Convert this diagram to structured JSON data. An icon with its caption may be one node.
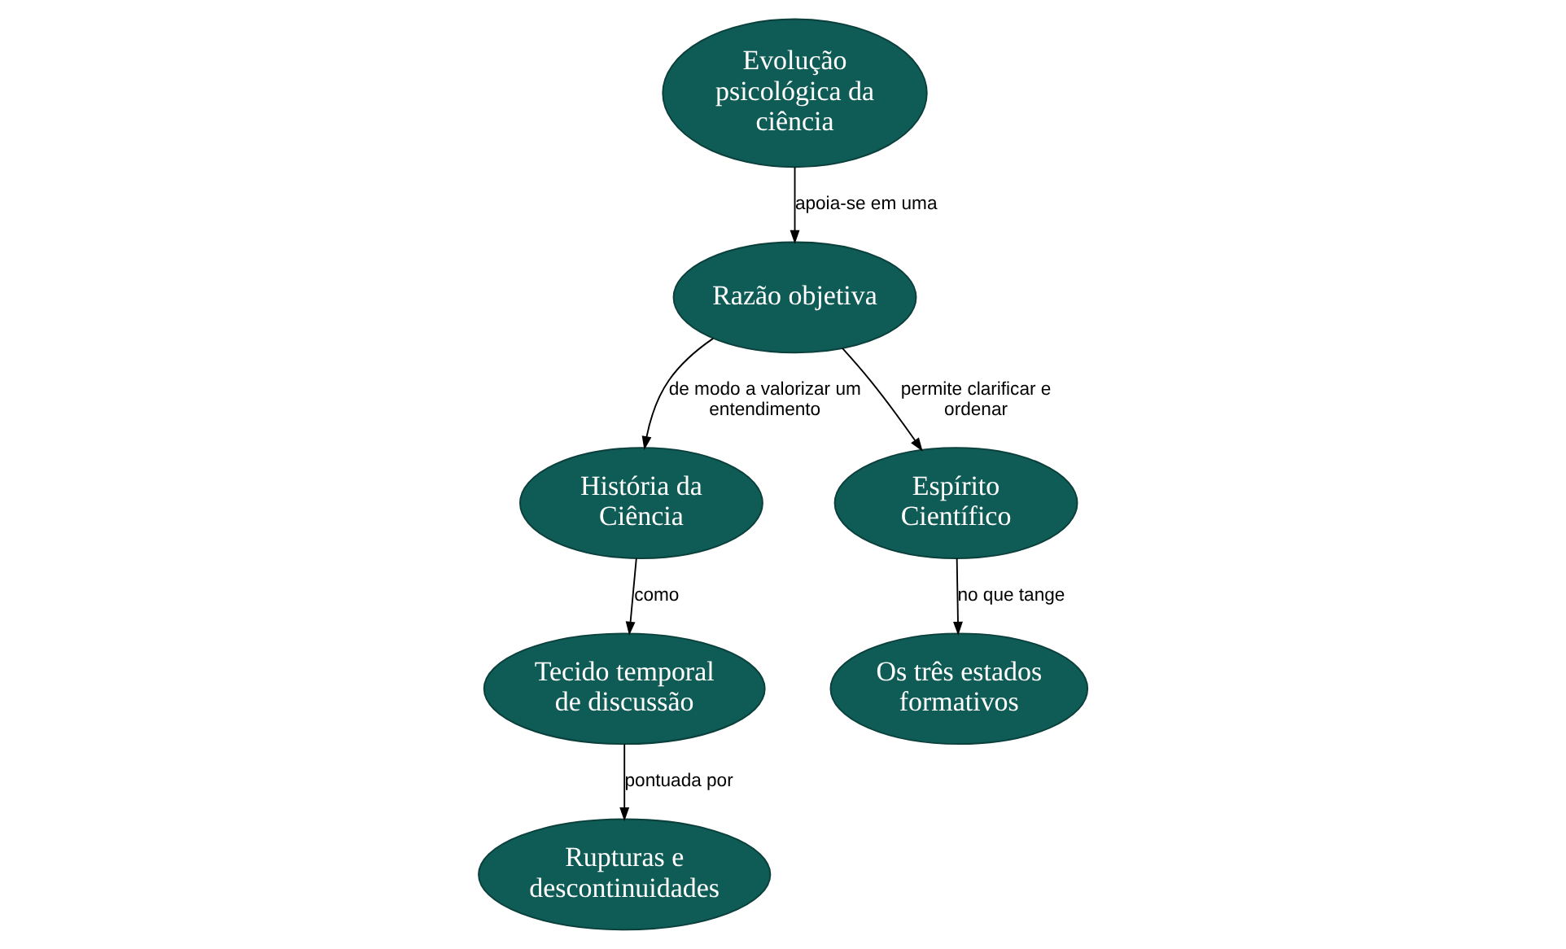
{
  "diagram": {
    "nodes": [
      {
        "text": [
          "Razão objetiva"
        ]
      },
      {
        "text": [
          "História da Ciência"
        ]
      },
      {
        "text": [
          "Tecido temporal de discussão"
        ]
      },
      {
        "text": [
          "Espírito Científico"
        ]
      },
      {
        "text": [
          "Evolução psicológica da ciência"
        ]
      },
      {
        "text": [
          "Os três estados formativos"
        ]
      },
      {
        "text": [
          "Rupturas e descontinuidades"
        ]
      }
    ],
    "edges": [
      {
        "from": 0,
        "to": 1,
        "arrow": "to",
        "label": "de modo a valorizar um entendimento"
      },
      {
        "from": 0,
        "to": 3,
        "arrow": "to",
        "label": "permite clarificar e ordenar"
      },
      {
        "from": 4,
        "to": 0,
        "arrow": "to",
        "label": "apoia-se em uma"
      },
      {
        "from": 1,
        "to": 2,
        "arrow": "to",
        "label": "como"
      },
      {
        "from": 3,
        "to": 5,
        "arrow": "to",
        "label": "no que tange"
      },
      {
        "from": 2,
        "to": 6,
        "arrow": "to",
        "label": "pontuada por"
      }
    ]
  }
}
